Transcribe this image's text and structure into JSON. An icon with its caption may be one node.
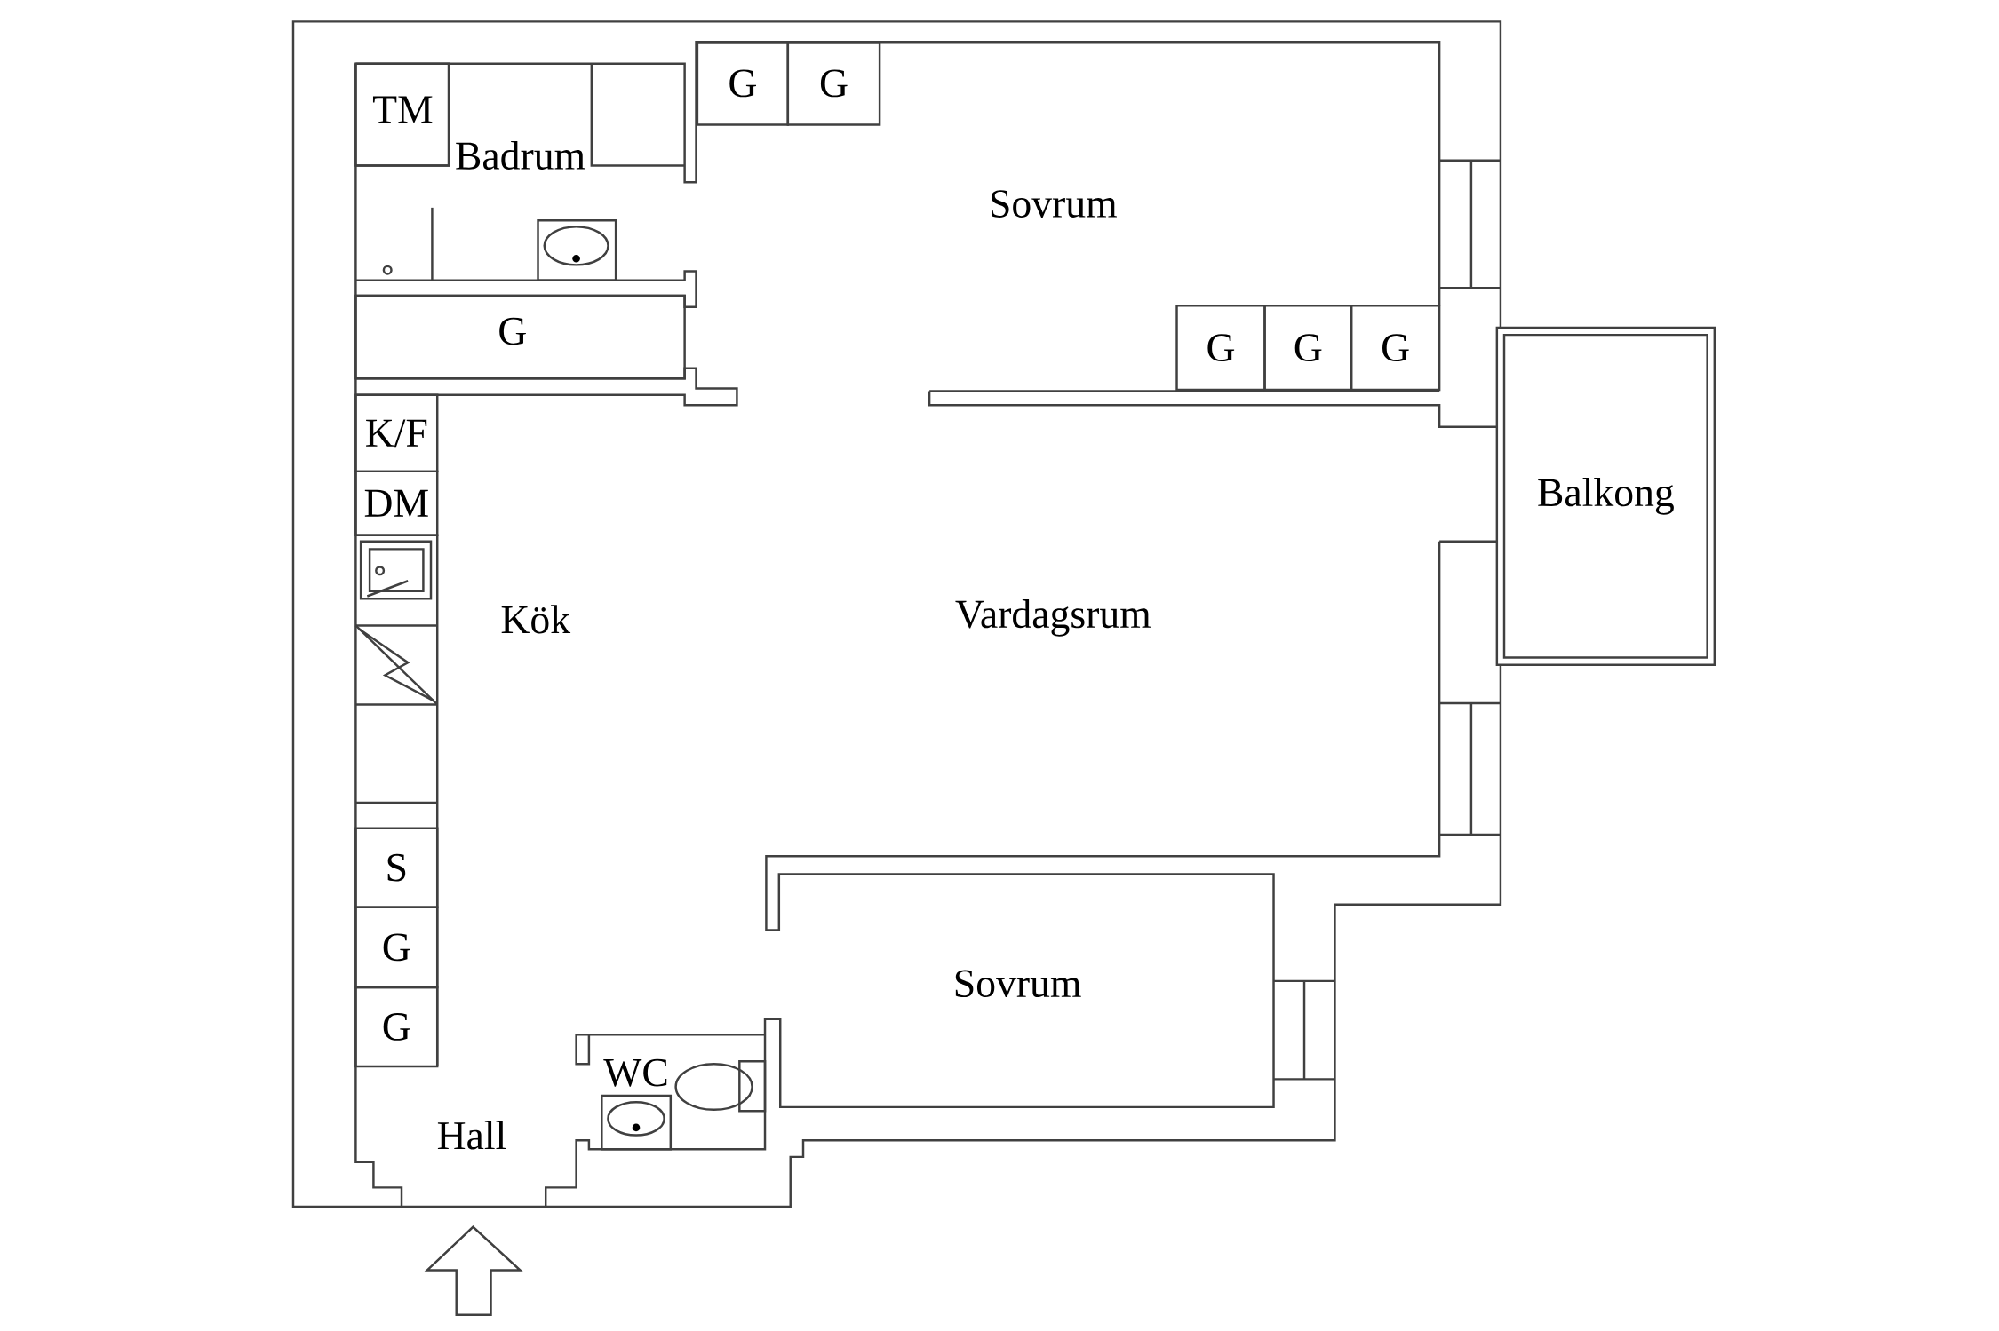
{
  "diagram": {
    "nodes": [
      {
        "text": [
          "TM"
        ]
      },
      {
        "text": [
          "G"
        ]
      },
      {
        "text": [
          "G"
        ]
      },
      {
        "text": [
          "G"
        ]
      },
      {
        "text": [
          "G"
        ]
      },
      {
        "text": [
          "G"
        ]
      },
      {
        "text": [
          "G"
        ]
      },
      {
        "text": [
          "K/F"
        ]
      },
      {
        "text": [
          "DM"
        ]
      },
      {
        "text": [
          "S"
        ]
      },
      {
        "text": [
          "G"
        ]
      },
      {
        "text": [
          "G"
        ]
      },
      {
        "text": [
          "Balkong"
        ]
      }
    ],
    "labels": [
      "Badrum",
      "Sovrum",
      "Kök",
      "Vardagsrum",
      "Sovrum",
      "WC",
      "Hall"
    ]
  }
}
